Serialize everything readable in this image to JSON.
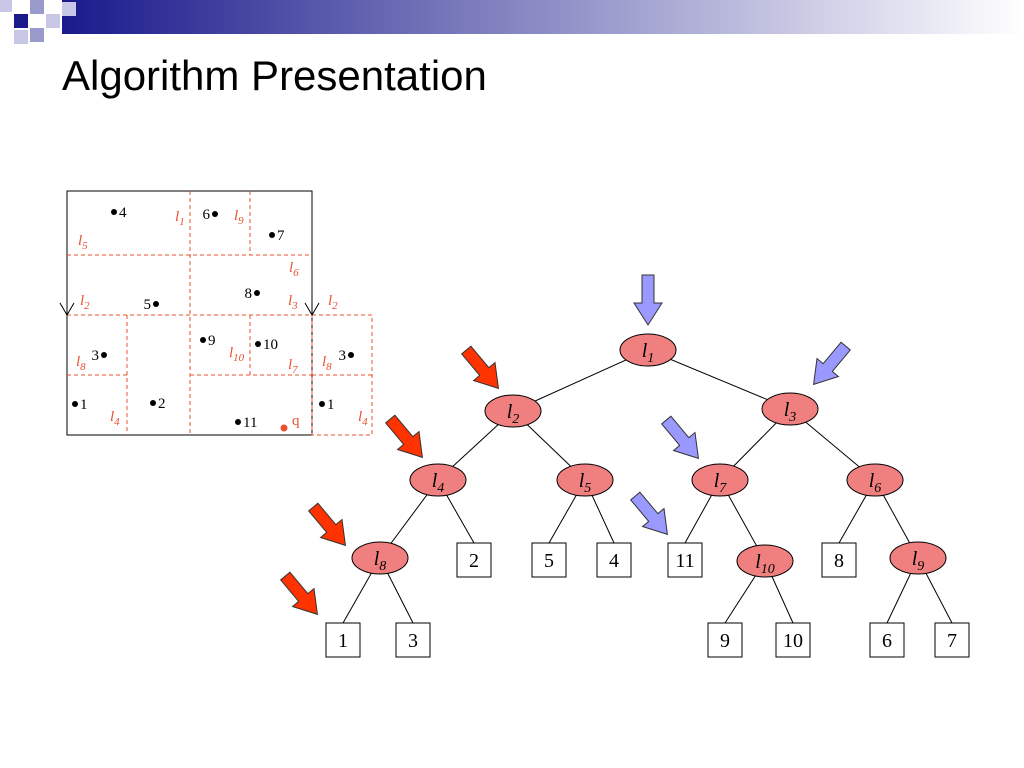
{
  "slide": {
    "title": "Algorithm Presentation"
  },
  "colors": {
    "title_bar": "#1a1a8c",
    "node_fill": "#f08080",
    "split_line": "#e8502e",
    "arrow_red": "#ff3300",
    "arrow_blue": "#9999ff",
    "query": "#e8502e"
  },
  "tree": {
    "nodes": [
      {
        "id": "l1",
        "letter": "l",
        "sub": "1"
      },
      {
        "id": "l2",
        "letter": "l",
        "sub": "2"
      },
      {
        "id": "l3",
        "letter": "l",
        "sub": "3"
      },
      {
        "id": "l4",
        "letter": "l",
        "sub": "4"
      },
      {
        "id": "l5",
        "letter": "l",
        "sub": "5"
      },
      {
        "id": "l7",
        "letter": "l",
        "sub": "7"
      },
      {
        "id": "l6",
        "letter": "l",
        "sub": "6"
      },
      {
        "id": "l8",
        "letter": "l",
        "sub": "8"
      },
      {
        "id": "l10",
        "letter": "l",
        "sub": "10"
      },
      {
        "id": "l9",
        "letter": "l",
        "sub": "9"
      }
    ],
    "leaves": [
      {
        "id": "leaf2",
        "label": "2"
      },
      {
        "id": "leaf5",
        "label": "5"
      },
      {
        "id": "leaf4",
        "label": "4"
      },
      {
        "id": "leaf11",
        "label": "11"
      },
      {
        "id": "leaf8",
        "label": "8"
      },
      {
        "id": "leaf1",
        "label": "1"
      },
      {
        "id": "leaf3",
        "label": "3"
      },
      {
        "id": "leaf9",
        "label": "9"
      },
      {
        "id": "leaf10",
        "label": "10"
      },
      {
        "id": "leaf6",
        "label": "6"
      },
      {
        "id": "leaf7",
        "label": "7"
      }
    ],
    "edges": [
      [
        "l1",
        "l2"
      ],
      [
        "l1",
        "l3"
      ],
      [
        "l2",
        "l4"
      ],
      [
        "l2",
        "l5"
      ],
      [
        "l3",
        "l7"
      ],
      [
        "l3",
        "l6"
      ],
      [
        "l4",
        "l8"
      ],
      [
        "l4",
        "leaf2"
      ],
      [
        "l5",
        "leaf5"
      ],
      [
        "l5",
        "leaf4"
      ],
      [
        "l7",
        "leaf11"
      ],
      [
        "l7",
        "l10"
      ],
      [
        "l6",
        "leaf8"
      ],
      [
        "l6",
        "l9"
      ],
      [
        "l8",
        "leaf1"
      ],
      [
        "l8",
        "leaf3"
      ],
      [
        "l10",
        "leaf9"
      ],
      [
        "l10",
        "leaf10"
      ],
      [
        "l9",
        "leaf6"
      ],
      [
        "l9",
        "leaf7"
      ]
    ]
  },
  "search_path": {
    "red_arrow_targets": [
      "l2",
      "l4",
      "l8",
      "leaf1"
    ],
    "blue_arrow_targets": [
      "l1",
      "l3",
      "l7",
      "leaf11"
    ]
  },
  "partition": {
    "split_labels": [
      {
        "id": "s-l1",
        "letter": "l",
        "sub": "1"
      },
      {
        "id": "s-l9",
        "letter": "l",
        "sub": "9"
      },
      {
        "id": "s-l5",
        "letter": "l",
        "sub": "5"
      },
      {
        "id": "s-l6",
        "letter": "l",
        "sub": "6"
      },
      {
        "id": "s-l2a",
        "letter": "l",
        "sub": "2"
      },
      {
        "id": "s-l3",
        "letter": "l",
        "sub": "3"
      },
      {
        "id": "s-l2b",
        "letter": "l",
        "sub": "2"
      },
      {
        "id": "s-l8a",
        "letter": "l",
        "sub": "8"
      },
      {
        "id": "s-l10",
        "letter": "l",
        "sub": "10"
      },
      {
        "id": "s-l7",
        "letter": "l",
        "sub": "7"
      },
      {
        "id": "s-l8b",
        "letter": "l",
        "sub": "8"
      },
      {
        "id": "s-l4a",
        "letter": "l",
        "sub": "4"
      },
      {
        "id": "s-l4b",
        "letter": "l",
        "sub": "4"
      }
    ],
    "points": [
      {
        "id": "p4",
        "label": "4"
      },
      {
        "id": "p6",
        "label": "6"
      },
      {
        "id": "p7",
        "label": "7"
      },
      {
        "id": "p8",
        "label": "8"
      },
      {
        "id": "p5",
        "label": "5"
      },
      {
        "id": "p9",
        "label": "9"
      },
      {
        "id": "p10",
        "label": "10"
      },
      {
        "id": "p3a",
        "label": "3"
      },
      {
        "id": "p3b",
        "label": "3"
      },
      {
        "id": "p1a",
        "label": "1"
      },
      {
        "id": "p2",
        "label": "2"
      },
      {
        "id": "p11",
        "label": "11"
      },
      {
        "id": "p1b",
        "label": "1"
      }
    ],
    "query": {
      "label": "q"
    }
  }
}
